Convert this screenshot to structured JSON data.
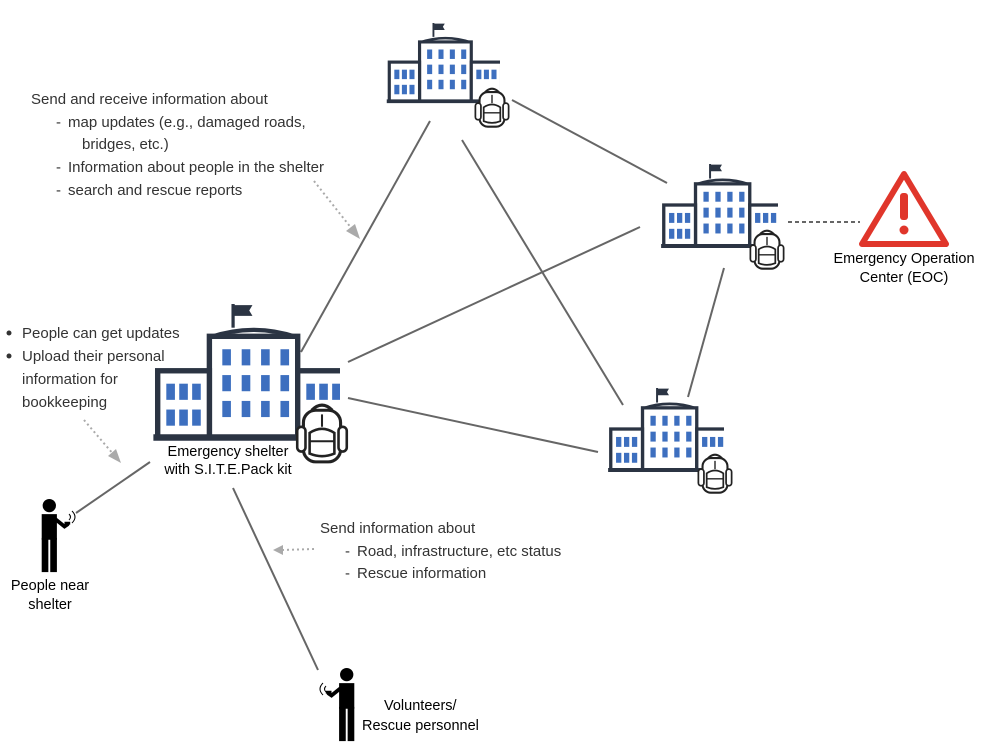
{
  "nodes": {
    "main_shelter": {
      "label_line1": "Emergency shelter",
      "label_line2": "with S.I.T.E.Pack kit"
    },
    "eoc": {
      "label_line1": "Emergency Operation",
      "label_line2": "Center (EOC)"
    },
    "people_near_shelter": {
      "label_line1": "People near",
      "label_line2": "shelter"
    },
    "volunteers": {
      "label_line1": "Volunteers/",
      "label_line2": "Rescue personnel"
    }
  },
  "notes": {
    "shelter_exchange": {
      "heading": "Send and receive information about",
      "items": [
        "map updates (e.g., damaged roads,",
        "bridges, etc.)",
        "Information about people in the shelter",
        "search and rescue reports"
      ]
    },
    "people_updates": {
      "items": [
        "People can get updates",
        "Upload their personal",
        "information for",
        "bookkeeping"
      ]
    },
    "volunteer_reports": {
      "heading": "Send information about",
      "items": [
        "Road, infrastructure, etc status",
        "Rescue information"
      ]
    }
  },
  "colors": {
    "building_outline": "#2b3443",
    "window_blue": "#3d6fbf",
    "warning_red": "#e0362b",
    "connector": "#666666",
    "dotted_arrow": "#aaaaaa"
  },
  "icons": [
    "building-icon",
    "backpack-icon",
    "flag-icon",
    "warning-triangle-icon",
    "person-with-phone-icon"
  ]
}
